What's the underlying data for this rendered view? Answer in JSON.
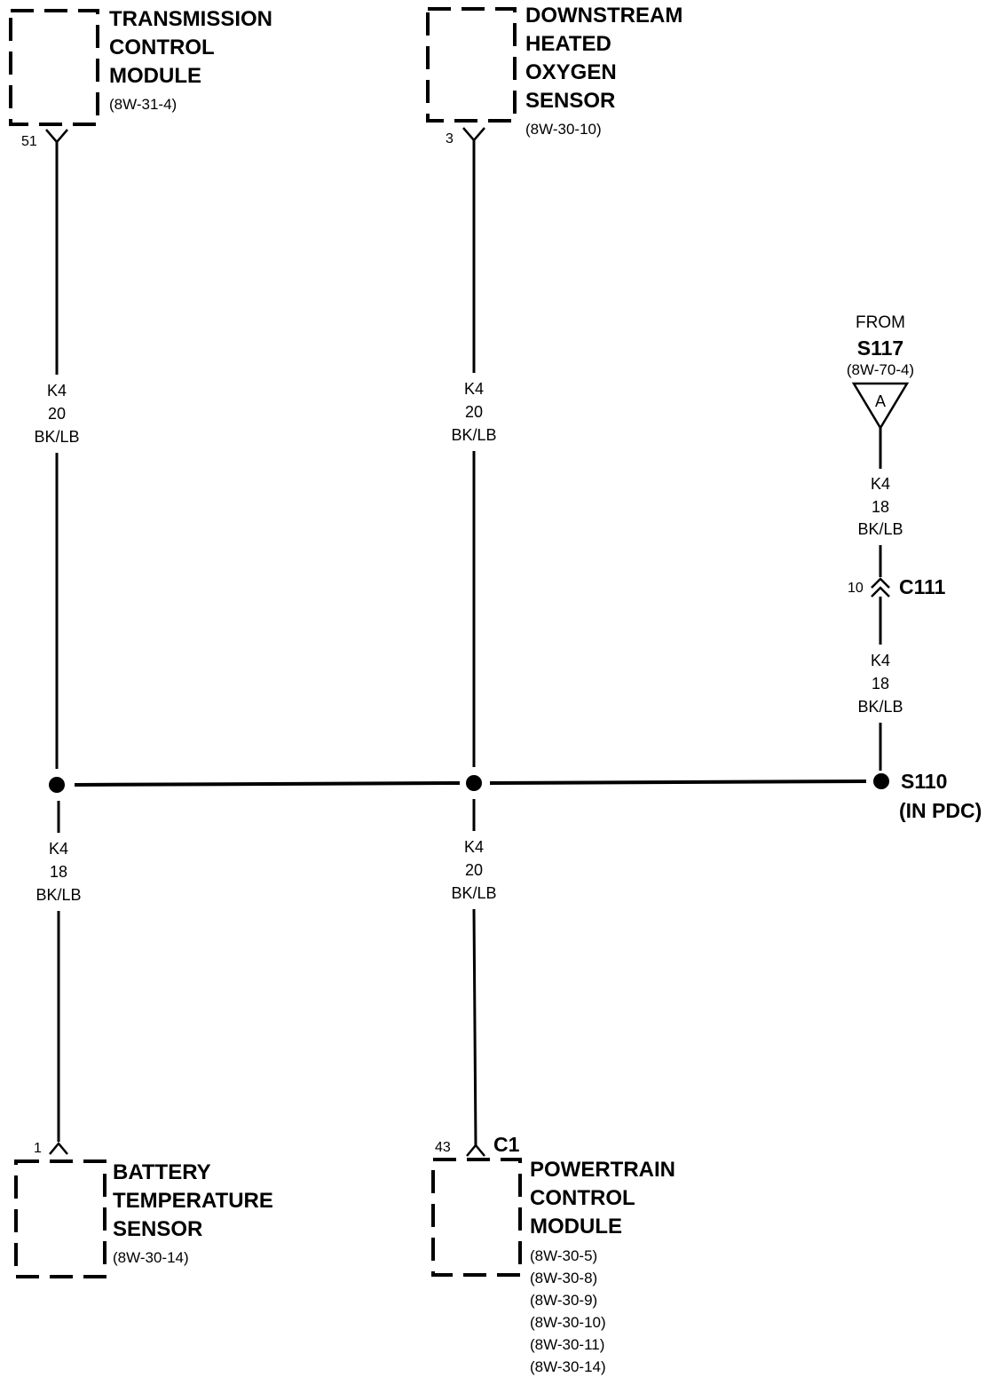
{
  "components": {
    "tcm": {
      "name_lines": [
        "TRANSMISSION",
        "CONTROL",
        "MODULE"
      ],
      "refs": [
        "(8W-31-4)"
      ],
      "pin": "51"
    },
    "dhos": {
      "name_lines": [
        "DOWNSTREAM",
        "HEATED",
        "OXYGEN",
        "SENSOR"
      ],
      "refs": [
        "(8W-30-10)"
      ],
      "pin": "3"
    },
    "bts": {
      "name_lines": [
        "BATTERY",
        "TEMPERATURE",
        "SENSOR"
      ],
      "refs": [
        "(8W-30-14)"
      ],
      "pin": "1"
    },
    "pcm": {
      "name_lines": [
        "POWERTRAIN",
        "CONTROL",
        "MODULE"
      ],
      "refs": [
        "(8W-30-5)",
        "(8W-30-8)",
        "(8W-30-9)",
        "(8W-30-10)",
        "(8W-30-11)",
        "(8W-30-14)"
      ],
      "pin": "43",
      "connector": "C1"
    }
  },
  "wires": {
    "tcm_upper": [
      "K4",
      "20",
      "BK/LB"
    ],
    "dhos_upper": [
      "K4",
      "20",
      "BK/LB"
    ],
    "bts_lower": [
      "K4",
      "18",
      "BK/LB"
    ],
    "pcm_lower": [
      "K4",
      "20",
      "BK/LB"
    ],
    "right_upper": [
      "K4",
      "18",
      "BK/LB"
    ],
    "right_lower": [
      "K4",
      "18",
      "BK/LB"
    ]
  },
  "source": {
    "from_label": "FROM",
    "splice": "S117",
    "ref": "(8W-70-4)",
    "letter": "A"
  },
  "connector_c111": {
    "pin": "10",
    "name": "C111"
  },
  "splice_s110": {
    "name": "S110",
    "location": "(IN PDC)"
  }
}
